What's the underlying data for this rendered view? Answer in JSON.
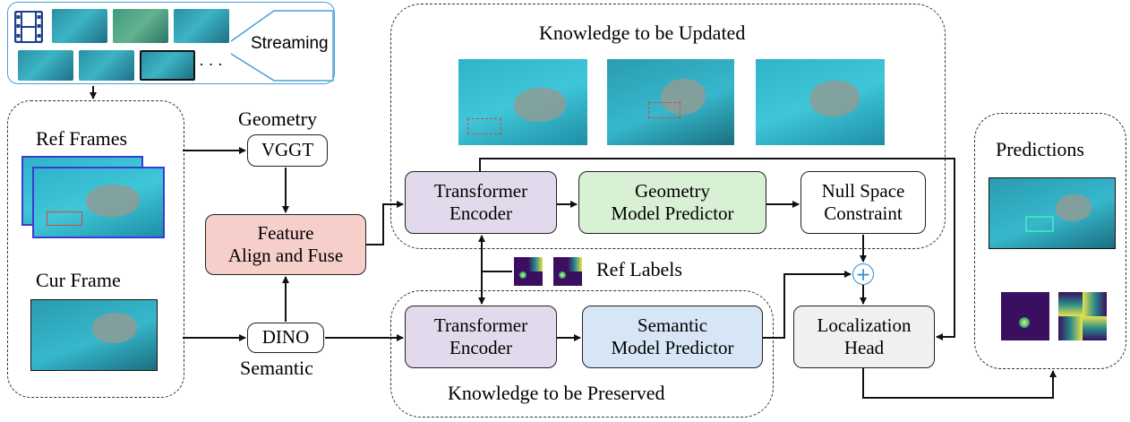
{
  "stream": {
    "label": "Streaming",
    "ellipsis": "· · ·",
    "icon": "film-icon"
  },
  "ref_frames_label": "Ref Frames",
  "cur_frame_label": "Cur Frame",
  "geometry_label": "Geometry",
  "semantic_label": "Semantic",
  "vggt_label": "VGGT",
  "dino_label": "DINO",
  "fuse_label_line1": "Feature",
  "fuse_label_line2": "Align and Fuse",
  "update_title": "Knowledge to be Updated",
  "preserve_title": "Knowledge to be Preserved",
  "te_top_line1": "Transformer",
  "te_top_line2": "Encoder",
  "te_bot_line1": "Transformer",
  "te_bot_line2": "Encoder",
  "geo_pred_line1": "Geometry",
  "geo_pred_line2": "Model Predictor",
  "sem_pred_line1": "Semantic",
  "sem_pred_line2": "Model Predictor",
  "null_line1": "Null Space",
  "null_line2": "Constraint",
  "loc_line1": "Localization",
  "loc_line2": "Head",
  "ref_labels": "Ref Labels",
  "predictions_label": "Predictions",
  "plus_symbol": "+",
  "colors": {
    "fuse": "#f6cfcb",
    "transformer": "#e3d9ec",
    "geometry": "#d8f0d3",
    "semantic": "#d6e6f7",
    "localization": "#f0f0f0",
    "ref_frame_border": "#3a3ad8",
    "pred_box": "#3fe0c0",
    "plus": "#2a8fcf"
  }
}
